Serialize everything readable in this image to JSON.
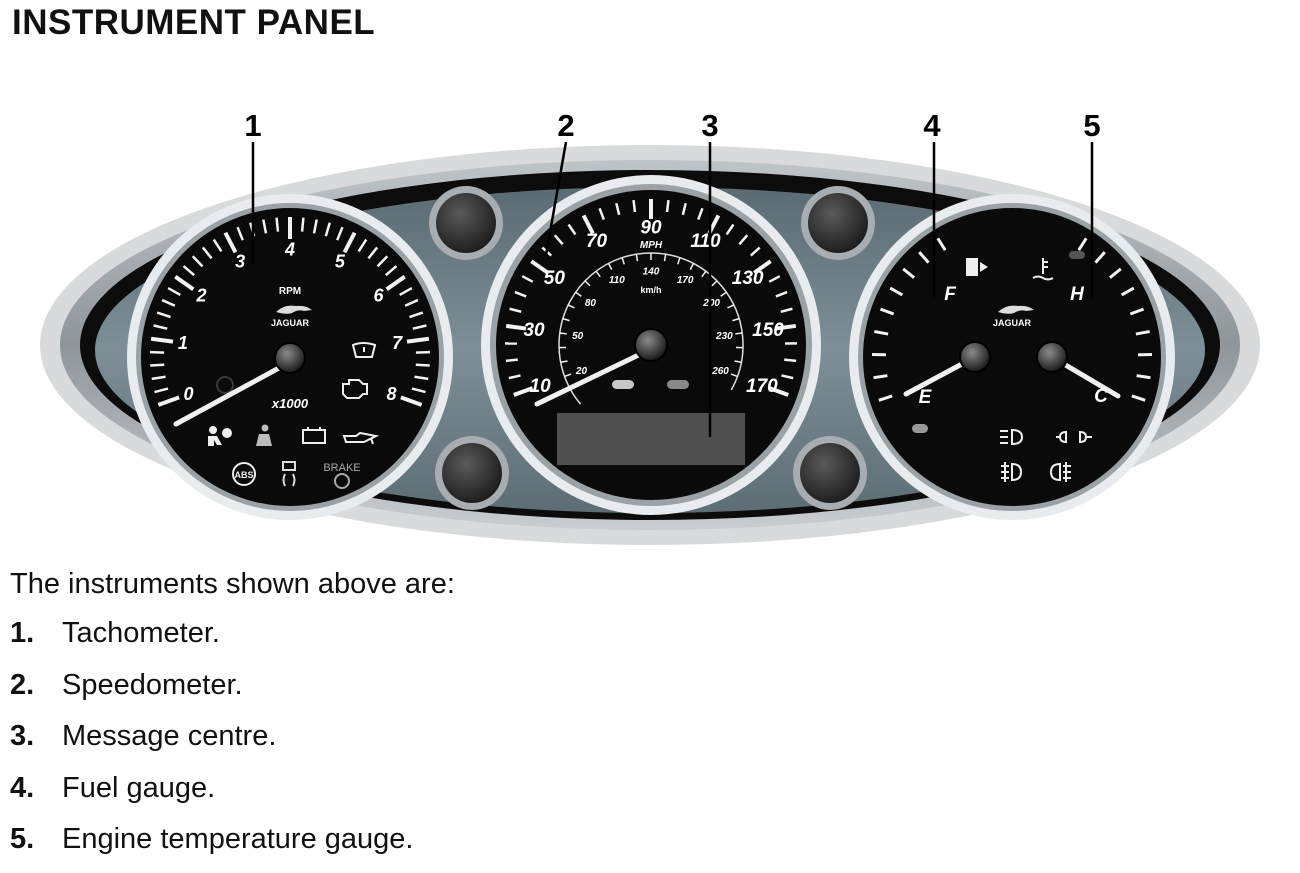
{
  "page": {
    "title": "INSTRUMENT PANEL"
  },
  "figure": {
    "callouts": [
      "1",
      "2",
      "3",
      "4",
      "5"
    ],
    "tachometer": {
      "scale_labels": [
        "0",
        "1",
        "2",
        "3",
        "4",
        "5",
        "6",
        "7",
        "8"
      ],
      "unit_label": "RPM",
      "brand_label": "JAGUAR",
      "multiplier_label": "x1000",
      "brake_label": "BRAKE"
    },
    "speedometer": {
      "mph_labels": [
        "10",
        "30",
        "50",
        "70",
        "90",
        "110",
        "130",
        "150",
        "170"
      ],
      "mph_unit": "MPH",
      "kmh_labels": [
        "20",
        "50",
        "80",
        "110",
        "140",
        "170",
        "200",
        "230",
        "260"
      ],
      "kmh_unit": "km/h"
    },
    "fuel_temp": {
      "brand_label": "JAGUAR",
      "fuel_full": "F",
      "fuel_empty": "E",
      "temp_hot": "H",
      "temp_cold": "C"
    }
  },
  "description": {
    "intro": "The instruments shown above are:",
    "items": [
      {
        "number": "1.",
        "label": "Tachometer."
      },
      {
        "number": "2.",
        "label": "Speedometer."
      },
      {
        "number": "3.",
        "label": "Message centre."
      },
      {
        "number": "4.",
        "label": "Fuel gauge."
      },
      {
        "number": "5.",
        "label": "Engine temperature gauge."
      }
    ]
  }
}
